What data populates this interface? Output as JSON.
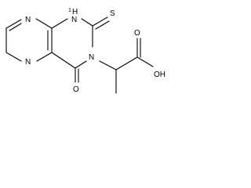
{
  "structure": {
    "labels": {
      "n_pyrazine_top": "N",
      "n_pyrazine_bottom": "N",
      "nh": "N",
      "nh_h": "H",
      "n_imide": "N",
      "h_of_nh": "1",
      "thione_s": "S",
      "keto_o": "O",
      "acid_o": "O",
      "acid_oh": "OH"
    },
    "colors": {
      "bond": "#000000",
      "label": "#000000",
      "background": "#ffffff"
    }
  }
}
